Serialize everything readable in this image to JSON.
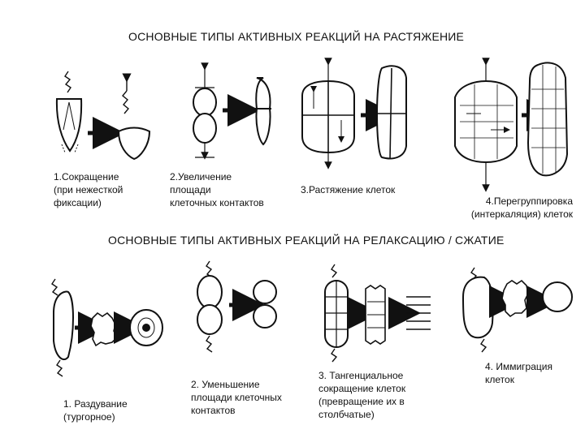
{
  "stretch": {
    "title": "ОСНОВНЫЕ ТИПЫ АКТИВНЫХ РЕАКЦИЙ НА РАСТЯЖЕНИЕ",
    "labels": [
      "1.Сокращение\n(при нежесткой\nфиксации)",
      "2.Увеличение\nплощади\nклеточных контактов",
      "3.Растяжение клеток",
      "4.Перегруппировка\n(интеркаляция) клеток"
    ]
  },
  "relax": {
    "title": "ОСНОВНЫЕ ТИПЫ АКТИВНЫХ РЕАКЦИЙ НА РЕЛАКСАЦИЮ / СЖАТИЕ",
    "labels": [
      "1. Раздувание\n(тургорное)",
      "2. Уменьшение\nплощади клеточных\nконтактов",
      "3. Тангенциальное\nсокращение клеток\n(превращение их в\nстолбчатые)",
      "4. Иммиграция\nклеток"
    ]
  }
}
